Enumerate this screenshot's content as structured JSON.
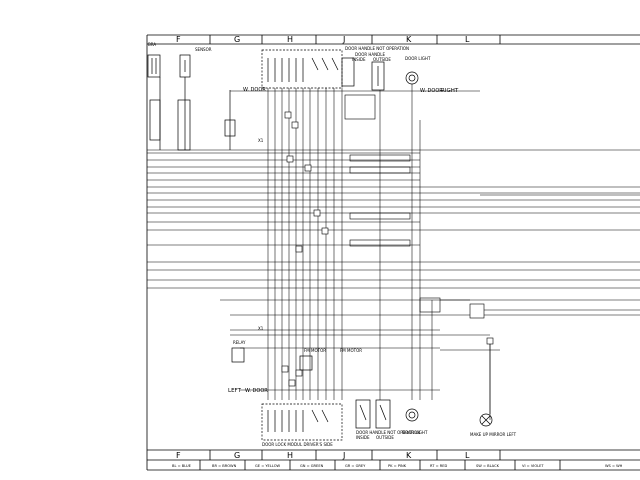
{
  "columns_top": [
    "F",
    "G",
    "H",
    "J",
    "K",
    "L"
  ],
  "columns_bottom": [
    "F",
    "G",
    "H",
    "J",
    "K",
    "L"
  ],
  "fragment_labels": {
    "edge_label": "BRA",
    "sensor": "SENSOR",
    "right": "RIGHT",
    "left": "LEFT",
    "w_door_top": "W. DOOR",
    "w_door_mid": "W. DOOR",
    "w_door_bottom": "W. DOOR",
    "x1_top": "X1",
    "x1_bottom": "X1",
    "switch_block_top": "DOOR HANDLE NOT OPERATION",
    "outside": "OUTSIDE",
    "inside": "INSIDE",
    "door_handle": "DOOR HANDLE",
    "door_light_top": "DOOR LIGHT",
    "door_light_bottom": "DOOR LIGHT",
    "door_lock_module": "DOOR LOCK MODUL DRIVER'S SIDE",
    "door_handle_bottom": "DOOR HANDLE NOT OPERATION",
    "inside_bottom": "INSIDE",
    "outside_bottom": "OUTSIDE",
    "warn_light": "MAKE UP MIRROR LEFT",
    "relay": "RELAY",
    "fm_motor": "FM MOTOR",
    "fm_motor_2": "FM MOTOR"
  },
  "color_legend": [
    "BL = BLUE",
    "BR = BROWN",
    "GE = YELLOW",
    "GN = GREEN",
    "GR = GREY",
    "PK = PINK",
    "RT = RED",
    "SW = BLACK",
    "VI = VIOLET",
    "WS = WH"
  ],
  "colors": {
    "ink": "#000000",
    "paper": "#ffffff"
  }
}
